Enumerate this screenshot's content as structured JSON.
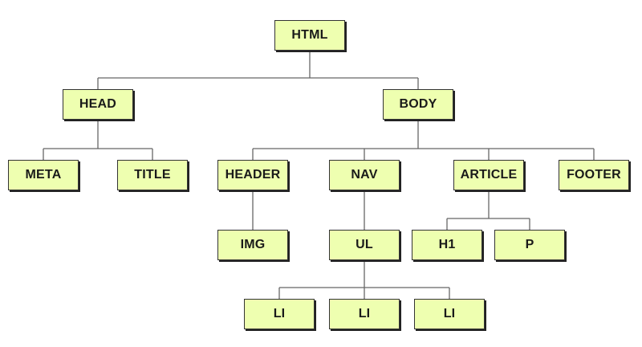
{
  "colors": {
    "node_fill": "#eeffb0",
    "node_border": "#333333",
    "connector": "#666666"
  },
  "nodes": [
    {
      "id": "html",
      "label": "HTML",
      "parent": null
    },
    {
      "id": "head",
      "label": "HEAD",
      "parent": "html"
    },
    {
      "id": "body",
      "label": "BODY",
      "parent": "html"
    },
    {
      "id": "meta",
      "label": "META",
      "parent": "head"
    },
    {
      "id": "title",
      "label": "TITLE",
      "parent": "head"
    },
    {
      "id": "header",
      "label": "HEADER",
      "parent": "body"
    },
    {
      "id": "nav",
      "label": "NAV",
      "parent": "body"
    },
    {
      "id": "article",
      "label": "ARTICLE",
      "parent": "body"
    },
    {
      "id": "footer",
      "label": "FOOTER",
      "parent": "body"
    },
    {
      "id": "img",
      "label": "IMG",
      "parent": "header"
    },
    {
      "id": "ul",
      "label": "UL",
      "parent": "nav"
    },
    {
      "id": "h1",
      "label": "H1",
      "parent": "article"
    },
    {
      "id": "p",
      "label": "P",
      "parent": "article"
    },
    {
      "id": "li1",
      "label": "LI",
      "parent": "ul"
    },
    {
      "id": "li2",
      "label": "LI",
      "parent": "ul"
    },
    {
      "id": "li3",
      "label": "LI",
      "parent": "ul"
    }
  ]
}
